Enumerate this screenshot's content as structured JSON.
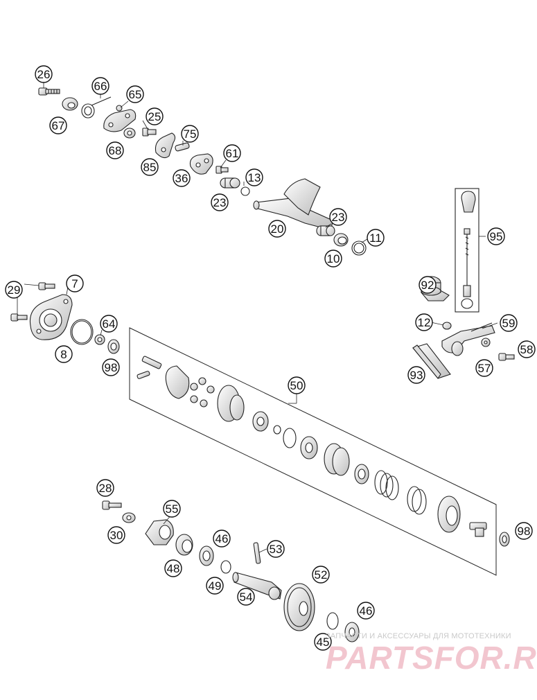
{
  "callouts": [
    {
      "id": "c26a",
      "label": "26"
    },
    {
      "id": "c66",
      "label": "66"
    },
    {
      "id": "c65",
      "label": "65"
    },
    {
      "id": "c67",
      "label": "67"
    },
    {
      "id": "c25",
      "label": "25"
    },
    {
      "id": "c68",
      "label": "68"
    },
    {
      "id": "c75",
      "label": "75"
    },
    {
      "id": "c85",
      "label": "85"
    },
    {
      "id": "c61",
      "label": "61"
    },
    {
      "id": "c36",
      "label": "36"
    },
    {
      "id": "c13",
      "label": "13"
    },
    {
      "id": "c23a",
      "label": "23"
    },
    {
      "id": "c23b",
      "label": "23"
    },
    {
      "id": "c20",
      "label": "20"
    },
    {
      "id": "c11",
      "label": "11"
    },
    {
      "id": "c10",
      "label": "10"
    },
    {
      "id": "c95",
      "label": "95"
    },
    {
      "id": "c92",
      "label": "92"
    },
    {
      "id": "c29",
      "label": "29"
    },
    {
      "id": "c7",
      "label": "7"
    },
    {
      "id": "c64",
      "label": "64"
    },
    {
      "id": "c8",
      "label": "8"
    },
    {
      "id": "c98a",
      "label": "98"
    },
    {
      "id": "c12",
      "label": "12"
    },
    {
      "id": "c59",
      "label": "59"
    },
    {
      "id": "c58",
      "label": "58"
    },
    {
      "id": "c57",
      "label": "57"
    },
    {
      "id": "c93",
      "label": "93"
    },
    {
      "id": "c50",
      "label": "50"
    },
    {
      "id": "c28",
      "label": "28"
    },
    {
      "id": "c55",
      "label": "55"
    },
    {
      "id": "c30",
      "label": "30"
    },
    {
      "id": "c46a",
      "label": "46"
    },
    {
      "id": "c48",
      "label": "48"
    },
    {
      "id": "c53",
      "label": "53"
    },
    {
      "id": "c49",
      "label": "49"
    },
    {
      "id": "c52",
      "label": "52"
    },
    {
      "id": "c54",
      "label": "54"
    },
    {
      "id": "c46b",
      "label": "46"
    },
    {
      "id": "c45",
      "label": "45"
    },
    {
      "id": "c98b",
      "label": "98"
    }
  ],
  "watermark": {
    "subtitle": "ЗАПЧАСТИ И АКСЕССУАРЫ ДЛЯ МОТОТЕХНИКИ",
    "logo": "PARTSFOR.RU"
  },
  "colors": {
    "line": "#222222",
    "part_fill": "#f2f2f2",
    "part_shade": "#c8c8c8",
    "watermark_logo": "#f2c6cf",
    "watermark_text": "#c9c9c9"
  }
}
